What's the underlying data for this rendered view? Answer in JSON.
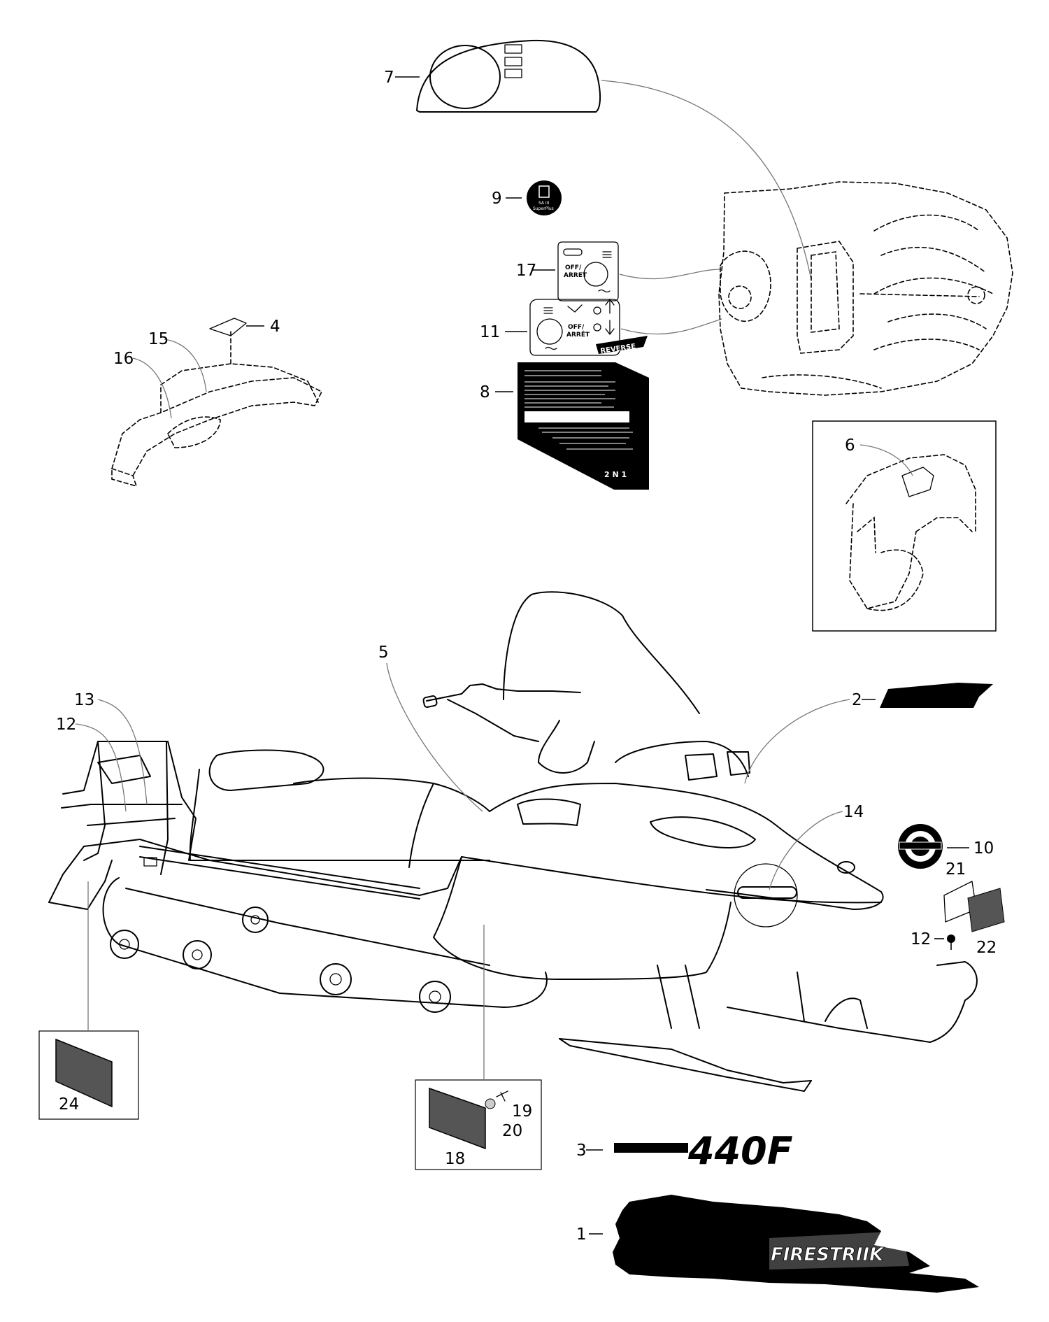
{
  "callouts": {
    "c1": "1",
    "c2": "2",
    "c3": "3",
    "c4": "4",
    "c5": "5",
    "c6": "6",
    "c7": "7",
    "c8": "8",
    "c9": "9",
    "c10": "10",
    "c11": "11",
    "c12a": "12",
    "c12b": "12",
    "c13": "13",
    "c14": "14",
    "c15": "15",
    "c16": "16",
    "c17": "17",
    "c18": "18",
    "c19": "19",
    "c20": "20",
    "c21": "21",
    "c22": "22",
    "c24": "24"
  },
  "decals": {
    "off_arret_17_line1": "OFF/",
    "off_arret_17_line2": "ARRET",
    "off_arret_11_line1": "OFF/",
    "off_arret_11_line2": "ARRÊT",
    "reverse_label": "REVERSE",
    "fuel_label_line1": "SA III",
    "fuel_label_line2": "SuperPlus",
    "model_text_3": "440F",
    "wordmark_1": "FIRESTRIIK",
    "gear_indicator": "2 N 1"
  },
  "colors": {
    "line": "#000000",
    "leader": "#777777",
    "background": "#ffffff"
  }
}
